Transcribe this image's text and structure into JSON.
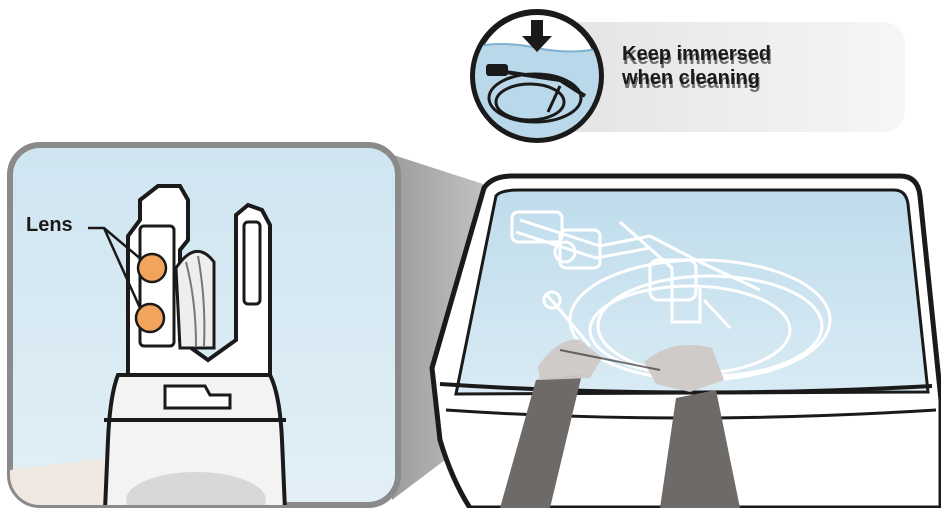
{
  "callout": {
    "line1": "Keep immersed",
    "line2": "when cleaning",
    "icon": "immersion-icon"
  },
  "detail": {
    "label": "Lens"
  },
  "colors": {
    "water": "#cde6f2",
    "outline": "#1a1a1a",
    "lens": "#f2a35c",
    "panel_bg": "#d6e9f3",
    "skin": "#cfc9c6",
    "sleeve": "#6e6a67",
    "callout_bg": "#eaeaea"
  }
}
